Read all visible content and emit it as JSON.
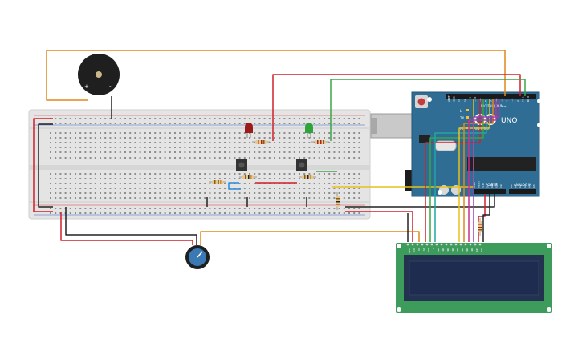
{
  "diagram": {
    "arduino": {
      "model_label": "UNO",
      "brand_label": "ARDUINO",
      "digital_label": "DIGITAL (PWM~)",
      "power_label": "POWER",
      "analog_label": "ANALOG IN",
      "header_labels": [
        "AREF",
        "GND",
        "13",
        "12",
        "~11",
        "~10",
        "~9",
        "8",
        "7",
        "~6",
        "~5",
        "4",
        "~3",
        "2",
        "TX 1",
        "RX 0"
      ],
      "analog_pins": [
        "A0",
        "A1",
        "A2",
        "A3",
        "A4",
        "A5"
      ],
      "power_pins": [
        "IOREF",
        "RESET",
        "3.3V",
        "5V",
        "GND",
        "GND",
        "Vin"
      ],
      "tx_label": "TX",
      "rx_label": "RX",
      "l_label": "L"
    },
    "buzzer": {
      "plus_label": "+",
      "minus_label": "-"
    },
    "lcd": {
      "pin_labels": [
        "GND",
        "VCC",
        "V0",
        "RS",
        "RW",
        "E",
        "DB0",
        "DB1",
        "DB2",
        "DB3",
        "DB4",
        "DB5",
        "DB6",
        "DB7",
        "LED",
        "LED"
      ]
    },
    "colors": {
      "arduino_body": "#2f6d95",
      "breadboard": "#e3e3e3",
      "lcd_board": "#3d9c5b",
      "lcd_screen": "#1e2d4f",
      "wire_red": "#d0202c",
      "wire_orange": "#e0891b",
      "wire_green": "#3aa547",
      "wire_black": "#222222",
      "wire_yellow": "#e6c21a",
      "wire_blue": "#2a8ad6",
      "wire_purple": "#a23bb3",
      "wire_magenta": "#c9308f",
      "wire_teal": "#20a7a0"
    }
  }
}
